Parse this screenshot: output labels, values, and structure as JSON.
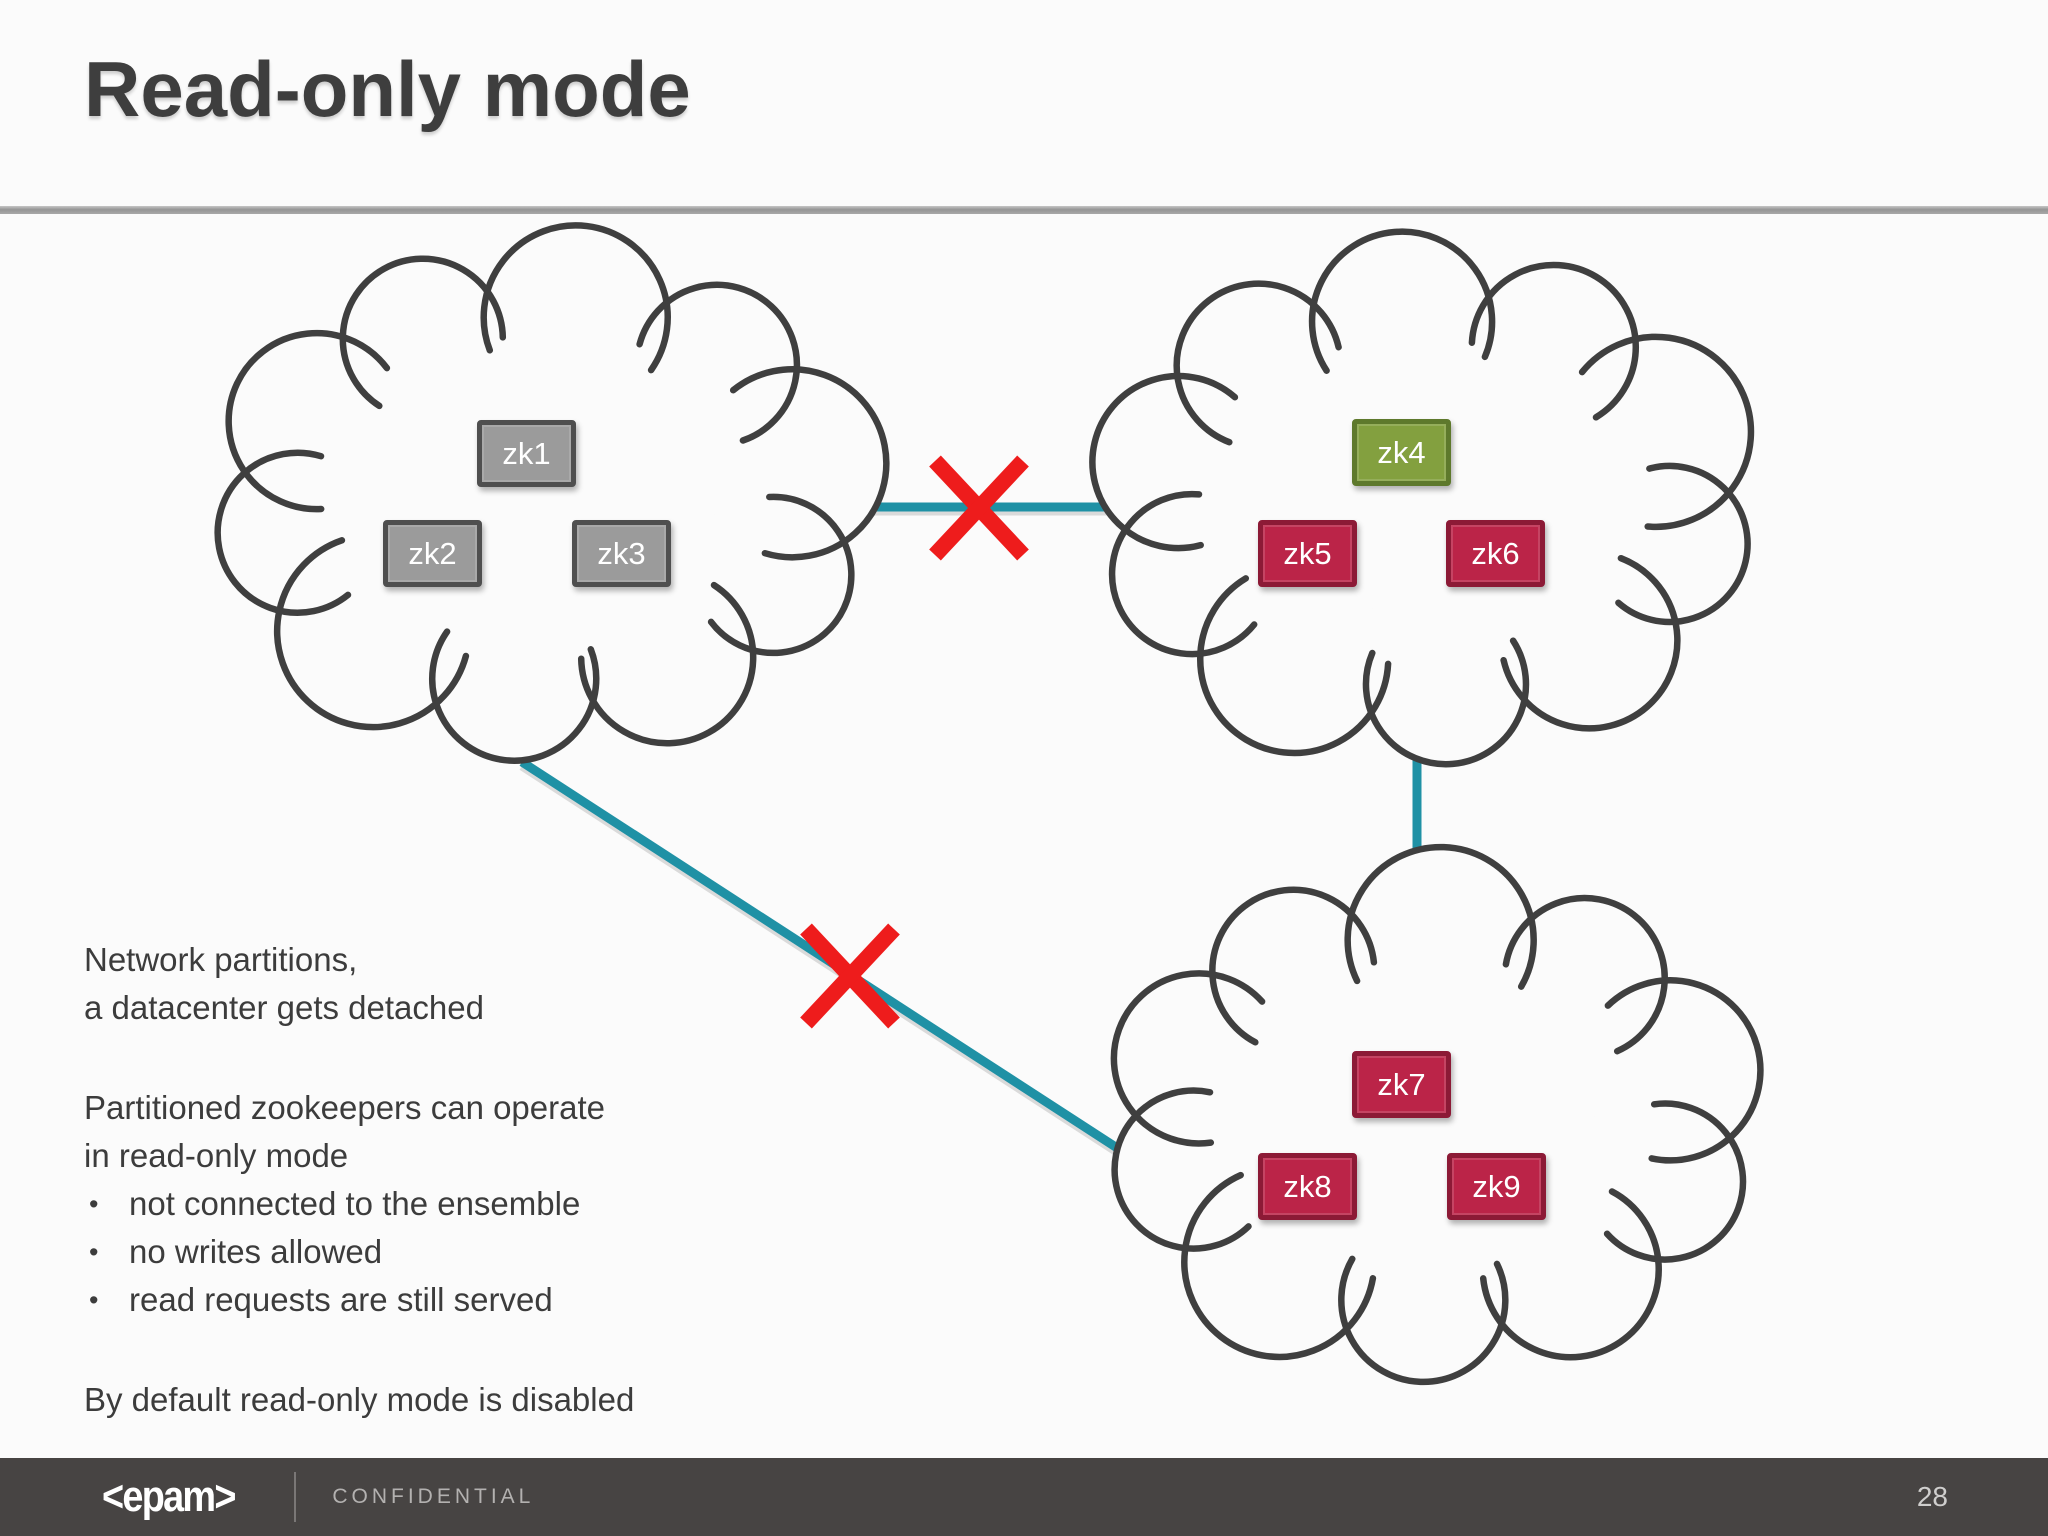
{
  "slide": {
    "title": "Read-only mode",
    "page_number": "28"
  },
  "notes": {
    "para1": [
      "Network partitions,",
      "a datacenter gets detached"
    ],
    "para2": [
      "Partitioned zookeepers can operate",
      "in read-only mode"
    ],
    "bullet_char": "•",
    "bullets": [
      "not connected to the ensemble",
      "no writes allowed",
      "read requests are still served"
    ],
    "closing": "By default read-only mode is disabled"
  },
  "diagram": {
    "nodes": [
      {
        "label": "zk1",
        "fill": "#9b9b9b",
        "border": "#4f4f4f"
      },
      {
        "label": "zk2",
        "fill": "#9b9b9b",
        "border": "#4f4f4f"
      },
      {
        "label": "zk3",
        "fill": "#9b9b9b",
        "border": "#4f4f4f"
      },
      {
        "label": "zk4",
        "fill": "#83a03f",
        "border": "#5e792c"
      },
      {
        "label": "zk5",
        "fill": "#bb2448",
        "border": "#8c1a36"
      },
      {
        "label": "zk6",
        "fill": "#bb2448",
        "border": "#8c1a36"
      },
      {
        "label": "zk7",
        "fill": "#bb2448",
        "border": "#8c1a36"
      },
      {
        "label": "zk8",
        "fill": "#bb2448",
        "border": "#8c1a36"
      },
      {
        "label": "zk9",
        "fill": "#bb2448",
        "border": "#8c1a36"
      }
    ],
    "connection_color": "#1f91a5",
    "break_color": "#ee1c1c",
    "cloud_outline_color": "#3f3f3f"
  },
  "footer": {
    "logo_text": "<epam>",
    "confidential_label": "CONFIDENTIAL"
  }
}
